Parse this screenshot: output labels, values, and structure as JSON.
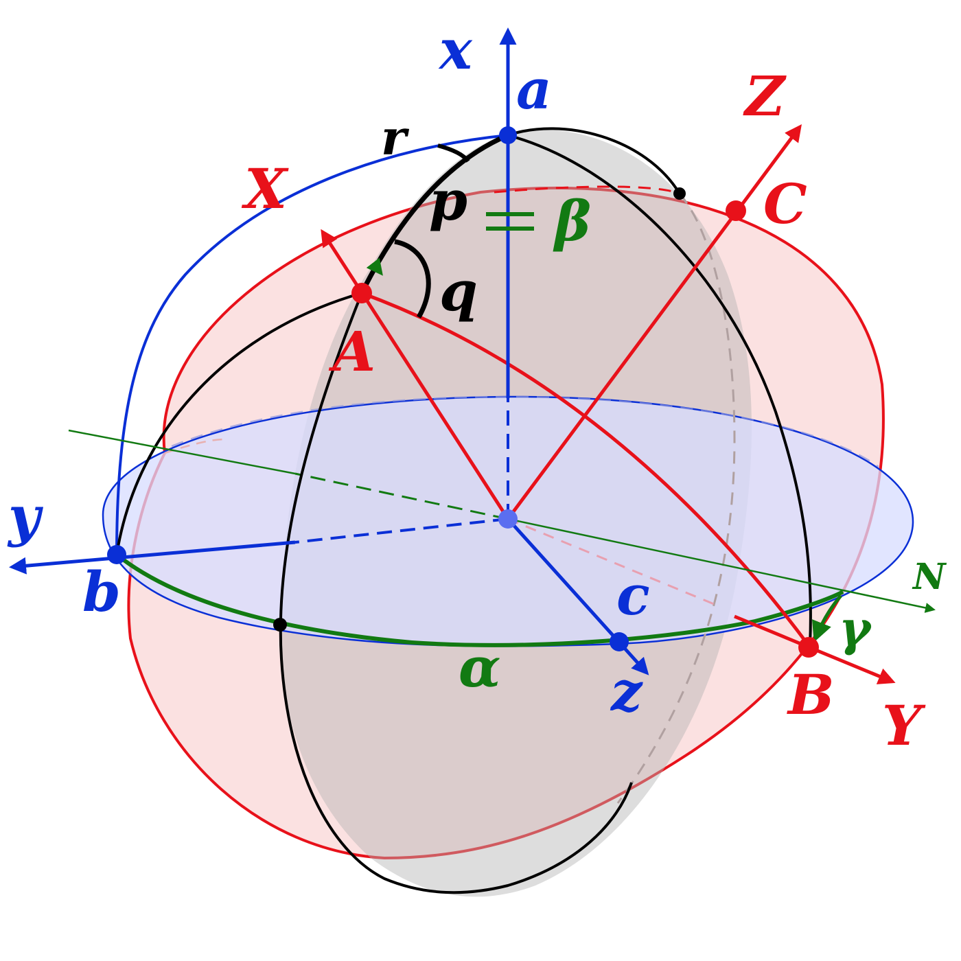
{
  "colors": {
    "red": "#e8111a",
    "blue": "#0a2fd6",
    "green": "#127a12",
    "black": "#000000",
    "grey_fill": "#b4b4b4",
    "pink_fill": "#f7c9c9",
    "blue_fill": "#d7dcff"
  },
  "labels": {
    "x": "x",
    "y": "y",
    "z": "z",
    "a": "a",
    "b": "b",
    "c": "c",
    "X": "X",
    "Y": "Y",
    "Z": "Z",
    "A": "A",
    "B": "B",
    "C": "C",
    "N": "N",
    "r": "r",
    "p": "p",
    "q": "q",
    "alpha": "α",
    "beta": "β",
    "gamma": "γ",
    "equals": "="
  }
}
